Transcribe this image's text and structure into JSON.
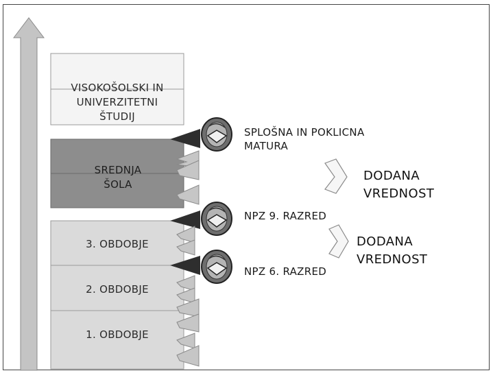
{
  "stages": {
    "university": "VISOKOŠOLSKI IN UNIVERZITETNI ŠTUDIJ",
    "secondary": "SREDNJA ŠOLA",
    "period3": "3. OBDOBJE",
    "period2": "2. OBDOBJE",
    "period1": "1. OBDOBJE"
  },
  "assessments": {
    "matura": "SPLOŠNA IN POKLICNA MATURA",
    "npz9": "NPZ 9. RAZRED",
    "npz6": "NPZ 6. RAZRED"
  },
  "value_added": {
    "upper": "DODANA VREDNOST",
    "lower": "DODANA VREDNOST"
  },
  "colors": {
    "university_box": "#f3f3f3",
    "secondary_box": "#8c8c8c",
    "primary_box": "#d9d9d9",
    "arrow": "#bdbdbd",
    "marker_dark": "#2b2b2b",
    "marker_light": "#b8b8b8"
  }
}
